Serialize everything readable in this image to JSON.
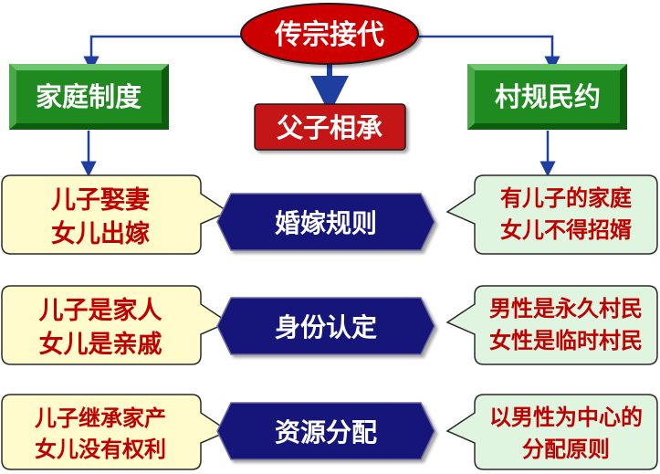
{
  "top": {
    "label": "传宗接代"
  },
  "left_system": {
    "label": "家庭制度"
  },
  "right_system": {
    "label": "村规民约"
  },
  "center_rule": {
    "label": "父子相承"
  },
  "rows": [
    {
      "center": "婚嫁规则",
      "left_lines": [
        "儿子娶妻",
        "女儿出嫁"
      ],
      "right_lines": [
        "有儿子的家庭",
        "女儿不得招婿"
      ]
    },
    {
      "center": "身份认定",
      "left_lines": [
        "儿子是家人",
        "女儿是亲戚"
      ],
      "right_lines": [
        "男性是永久村民",
        "女性是临时村民"
      ]
    },
    {
      "center": "资源分配",
      "left_lines": [
        "儿子继承家产",
        "女儿没有权利"
      ],
      "right_lines": [
        "以男性为中心的",
        "分配原则"
      ]
    }
  ],
  "colors": {
    "top_fill": "#cc0000",
    "system_fill": "#1f8a1f",
    "center_rule_fill": "#c41414",
    "row_center_fill": "#14147a",
    "left_callout_fill": "#fffbcc",
    "right_callout_fill": "#dff5df",
    "callout_text": "#c00000",
    "arrow": "#1f3fa0"
  }
}
